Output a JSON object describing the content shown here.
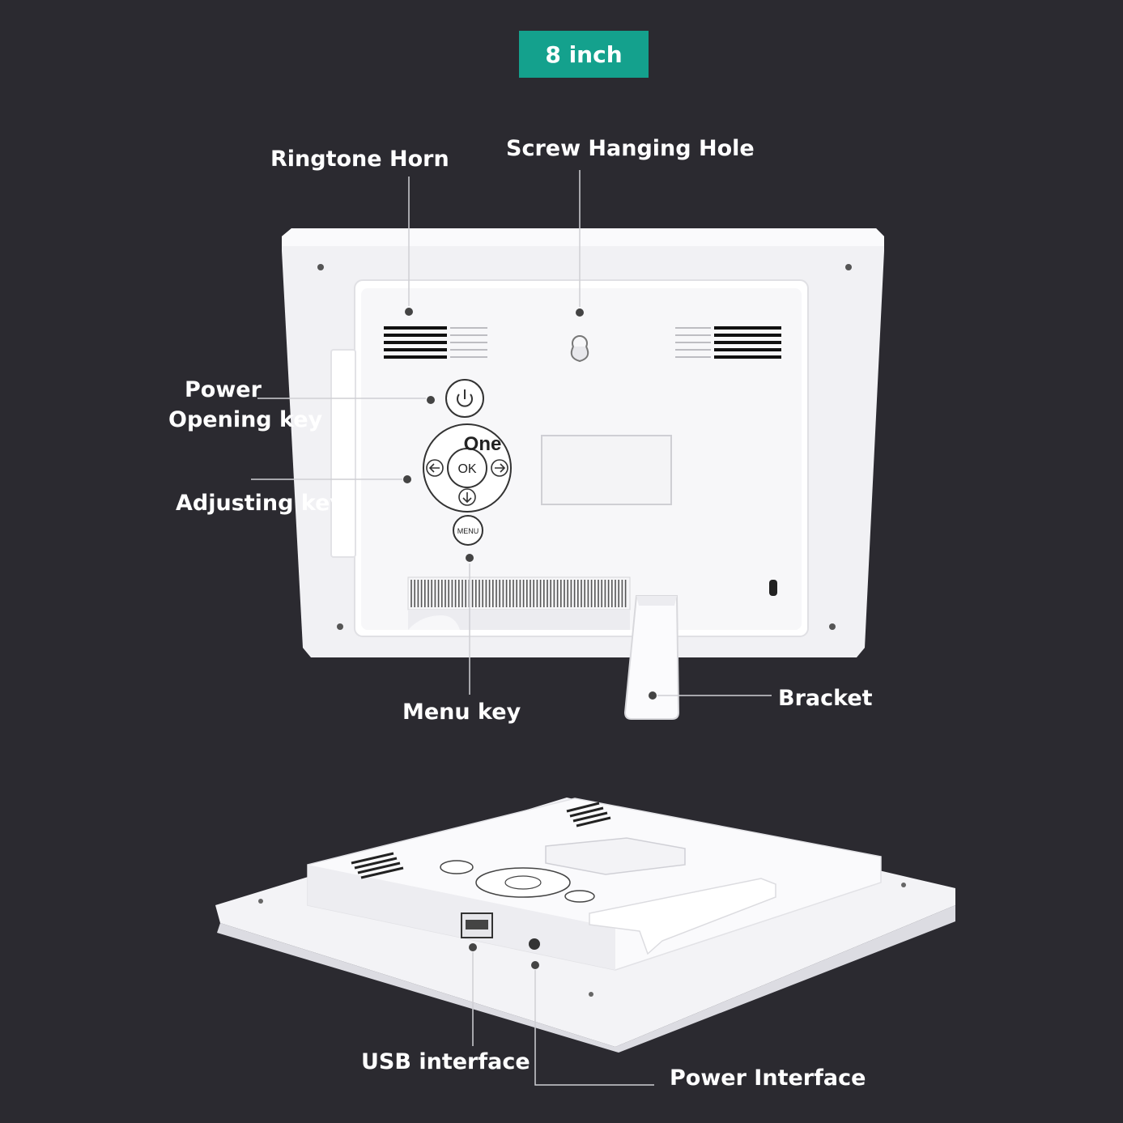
{
  "badge": {
    "text": "8 inch",
    "color": "#14a18d"
  },
  "labels": {
    "ringtone_horn": "Ringtone Horn",
    "screw_hanging_hole": "Screw Hanging Hole",
    "power_opening_key_line1": "Power",
    "power_opening_key_line2": "Opening key",
    "adjusting_key": "Adjusting key",
    "menu_key": "Menu key",
    "bracket": "Bracket",
    "usb_interface": "USB interface",
    "power_interface": "Power Interface"
  },
  "device": {
    "button_ok": "OK",
    "button_menu": "MENU",
    "overlay_text": "One",
    "icons": [
      "power-icon",
      "arrow-left-icon",
      "arrow-right-icon",
      "arrow-down-icon",
      "usb-port-icon",
      "dc-jack-icon",
      "keyhole-icon"
    ]
  },
  "colors": {
    "background": "#2b2a30",
    "device": "#f4f4f6",
    "text": "#ffffff"
  }
}
